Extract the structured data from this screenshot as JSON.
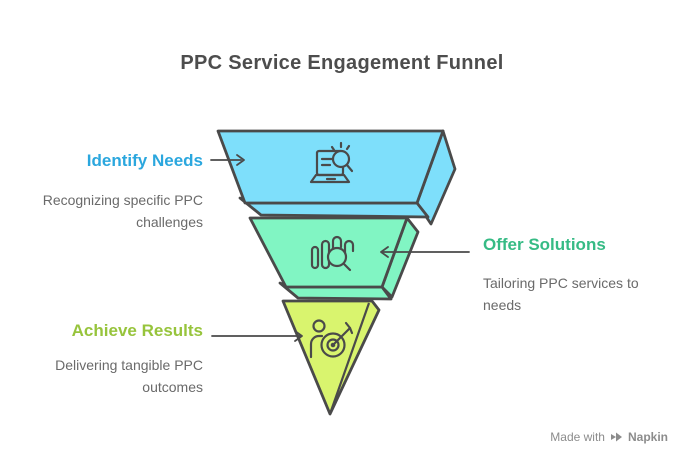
{
  "title": "PPC Service Engagement Funnel",
  "stages": [
    {
      "id": "identify-needs",
      "label": "Identify Needs",
      "description": "Recognizing specific PPC challenges",
      "label_color": "#2BA7DE",
      "fill": "#7EDFFB",
      "icon": "laptop-search-icon",
      "side": "left"
    },
    {
      "id": "offer-solutions",
      "label": "Offer Solutions",
      "description": "Tailoring PPC services to needs",
      "label_color": "#36BB85",
      "fill": "#81F5C3",
      "icon": "analytics-search-icon",
      "side": "right"
    },
    {
      "id": "achieve-results",
      "label": "Achieve Results",
      "description": "Delivering tangible PPC outcomes",
      "label_color": "#97C43C",
      "fill": "#D9F46E",
      "icon": "goal-target-icon",
      "side": "left"
    }
  ],
  "colors": {
    "outline": "#4A4A4A",
    "title_text": "#4D4D4D",
    "description_text": "#6A6A6A",
    "watermark": "#8C8C8C",
    "background": "#FFFFFF"
  },
  "watermark": {
    "prefix": "Made with",
    "brand": "Napkin"
  }
}
